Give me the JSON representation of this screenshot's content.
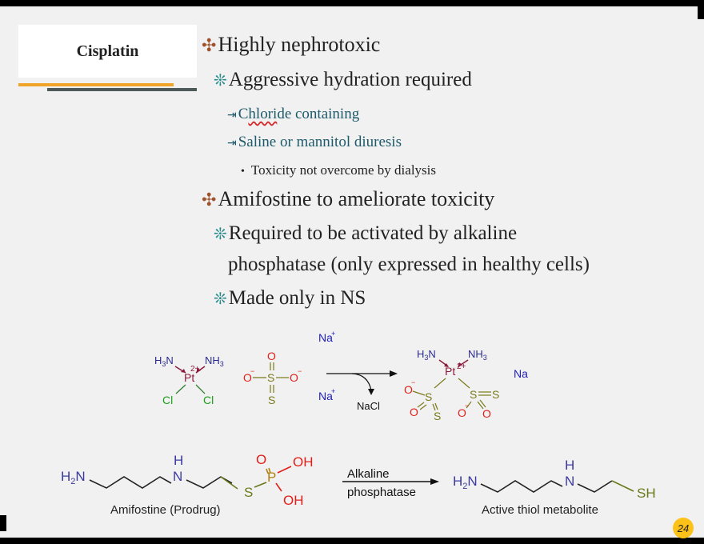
{
  "slide": {
    "title": "Cisplatin",
    "page_number": "24",
    "colors": {
      "background": "#f1f1f2",
      "title_bar_orange": "#f0a42a",
      "title_bar_slate": "#4e5a5a",
      "level1_bullet": "#a0522d",
      "level2_bullet": "#2a8a8a",
      "level3_text": "#1d5a6a",
      "page_badge": "#fdc21a"
    }
  },
  "bullets": [
    {
      "level": 1,
      "icon": "quatrefoil-cross-icon",
      "glyph": "✣",
      "text": "Highly nephrotoxic"
    },
    {
      "level": 2,
      "icon": "asterisk-flower-icon",
      "glyph": "❊",
      "text": "Aggressive hydration required"
    },
    {
      "level": 3,
      "icon": "arrow-to-bar-icon",
      "glyph": "⇥",
      "text_underlined": "Chlori",
      "text_rest": "de containing",
      "text": "Chloride containing"
    },
    {
      "level": 3,
      "icon": "arrow-to-bar-icon",
      "glyph": "⇥",
      "text": "Saline or mannitol diuresis"
    },
    {
      "level": 4,
      "icon": "bullet-dot-icon",
      "glyph": "•",
      "text": "Toxicity not overcome by dialysis"
    },
    {
      "level": 1,
      "icon": "quatrefoil-cross-icon",
      "glyph": "✣",
      "text": "Amifostine to ameliorate toxicity"
    },
    {
      "level": 2,
      "icon": "asterisk-flower-icon",
      "glyph": "❊",
      "text": "Required to be activated by alkaline",
      "continuation": "phosphatase (only expressed in healthy cells)"
    },
    {
      "level": 2,
      "icon": "asterisk-flower-icon",
      "glyph": "❊",
      "text": "Made only in NS"
    }
  ],
  "reaction1": {
    "cisplatin": {
      "metal": "Pt",
      "charge": "2+",
      "ligands": [
        "H3N",
        "NH3",
        "Cl",
        "Cl"
      ]
    },
    "thiosulfate": {
      "center": "S",
      "atoms": [
        "O",
        "O⁻",
        "O⁻",
        "S"
      ]
    },
    "counterions": [
      "Na+",
      "Na+"
    ],
    "byproduct": "NaCl",
    "product": {
      "metal": "Pt",
      "charge": "2+",
      "ligands": [
        "H3N",
        "NH3",
        "S2O3",
        "S2O3"
      ],
      "counterion": "Na"
    }
  },
  "reaction2": {
    "reactant_label": "Amifostine (Prodrug)",
    "arrow_label_line1": "Alkaline",
    "arrow_label_line2": "phosphatase",
    "product_label": "Active thiol metabolite",
    "amifostine_groups": [
      "H2N",
      "H",
      "N",
      "S",
      "P",
      "O",
      "OH",
      "OH"
    ],
    "metabolite_groups": [
      "H2N",
      "H",
      "N",
      "SH"
    ]
  }
}
